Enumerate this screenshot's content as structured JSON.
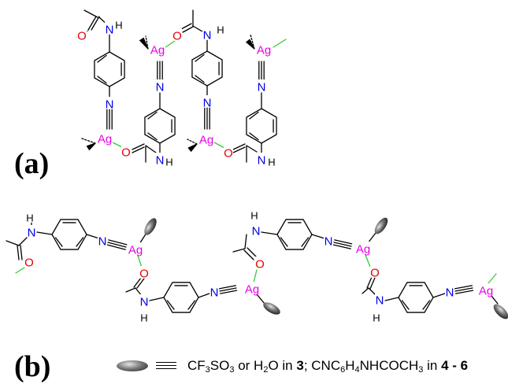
{
  "labels": {
    "panel_a": "(a)",
    "panel_b": "(b)"
  },
  "atoms": {
    "silver": "Ag",
    "nitrogen": "N",
    "oxygen": "O",
    "hydrogen": "H"
  },
  "legend": {
    "equiv_symbol": "≡",
    "cf3so3_main": "CF",
    "cf3so3_sub1": "3",
    "cf3so3_mid": "SO",
    "cf3so3_sub2": "3",
    "or_h2o_pre": " or H",
    "h2o_sub": "2",
    "h2o_post": "O in ",
    "compound_a": "3",
    "semicolon": "; CNC",
    "c6_sub": "6",
    "h_letter": "H",
    "h4_sub": "4",
    "nhcoch": "NHCOCH",
    "ch3_sub": "3",
    "in_word": " in ",
    "compound_range": "4 - 6"
  },
  "colors": {
    "silver": "#e800e8",
    "nitrogen": "#0000e6",
    "oxygen": "#e60000",
    "weak_contact": "#33cc33",
    "bond": "#000000"
  }
}
